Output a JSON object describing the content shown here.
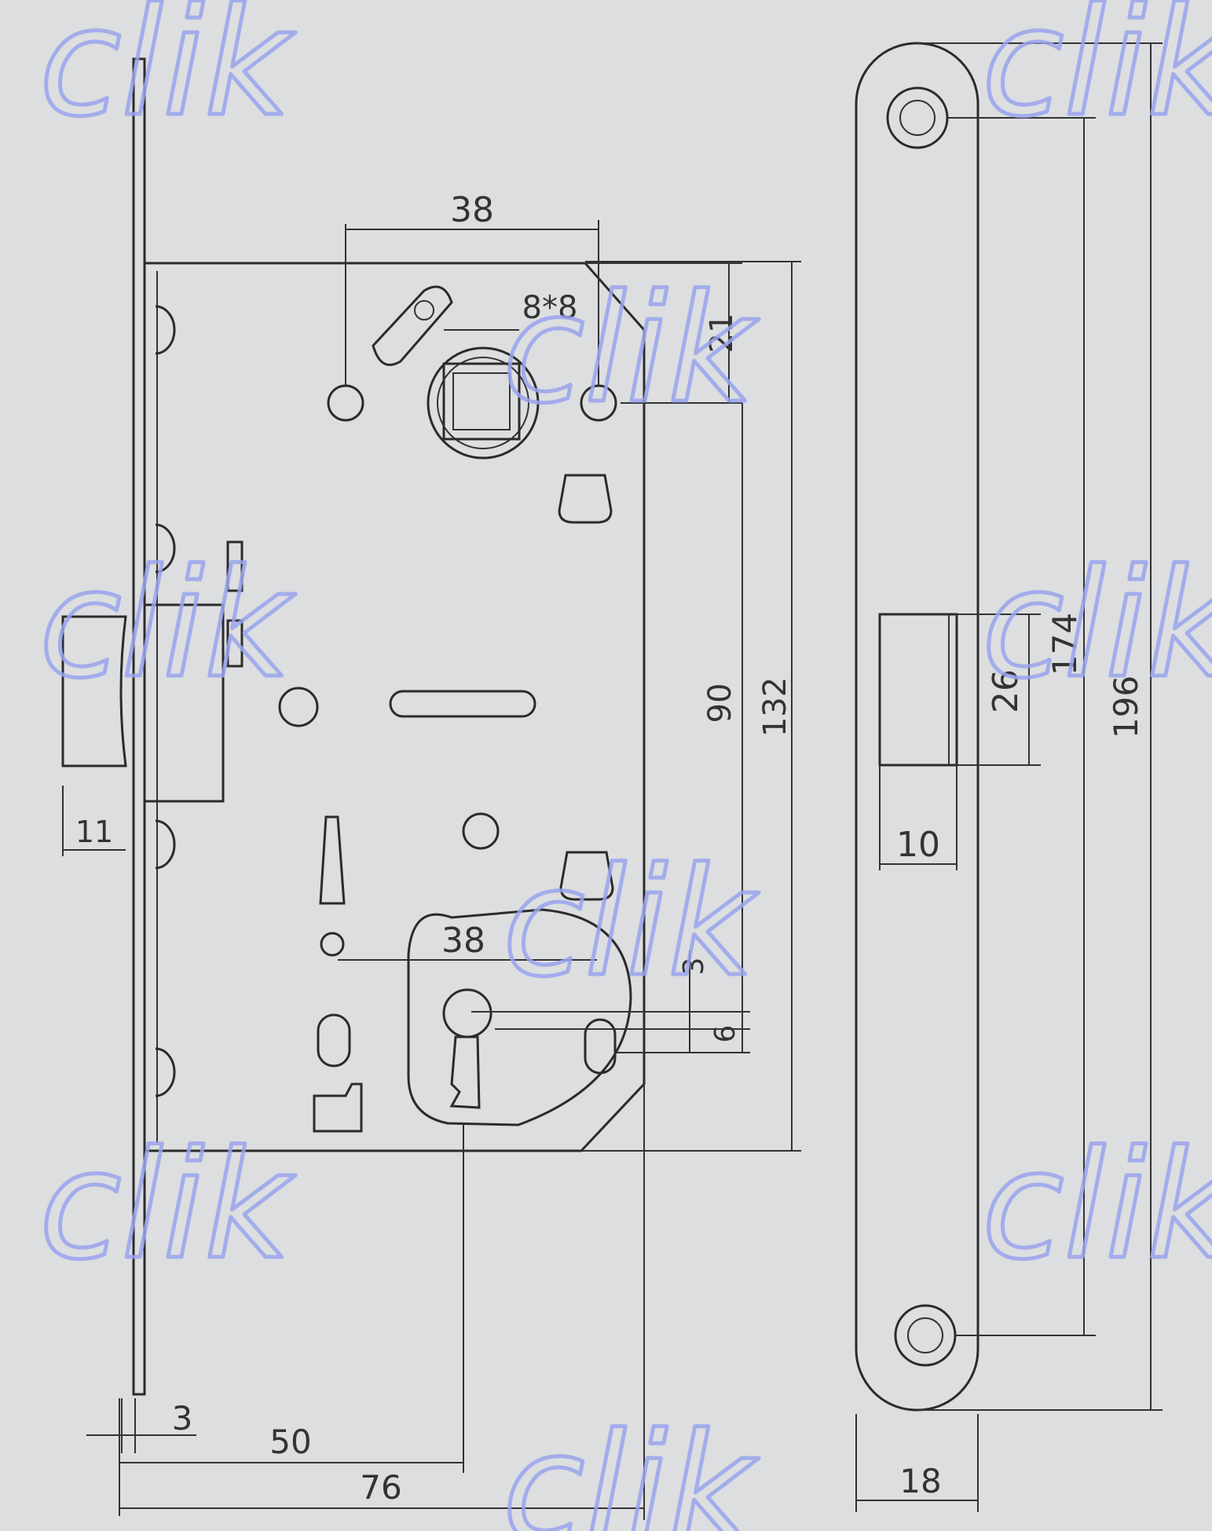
{
  "dimensions": {
    "top_spindle_to_hole": "38",
    "spindle_square": "8*8",
    "top_offset": "21",
    "key_to_spindle": "90",
    "case_height": "132",
    "latch_projection": "11",
    "key_spacing": "38",
    "key_top": "3",
    "key_slot": "6",
    "faceplate_thickness": "3",
    "backset": "50",
    "case_depth": "76",
    "strike_opening_height": "26",
    "strike_opening_width": "10",
    "strike_hole_spacing": "174",
    "strike_length": "196",
    "strike_width": "18"
  },
  "watermark": {
    "text": "clik"
  },
  "colors": {
    "line": "#2b2b2b",
    "background": "#dcdedf",
    "watermark": "#9aa4ee"
  }
}
